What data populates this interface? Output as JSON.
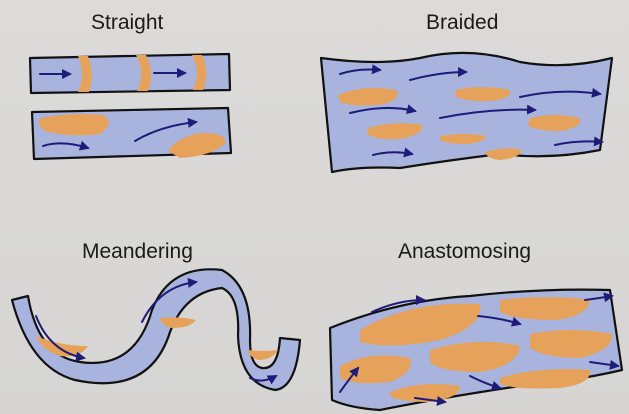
{
  "panels": {
    "straight": {
      "title": "Straight"
    },
    "braided": {
      "title": "Braided"
    },
    "meandering": {
      "title": "Meandering"
    },
    "anastomosing": {
      "title": "Anastomosing"
    }
  },
  "colors": {
    "water": "#a9b4de",
    "bar": "#e6a25a",
    "arrow": "#1f1b7a",
    "outline": "#111111",
    "background": "#d9d8d6"
  }
}
